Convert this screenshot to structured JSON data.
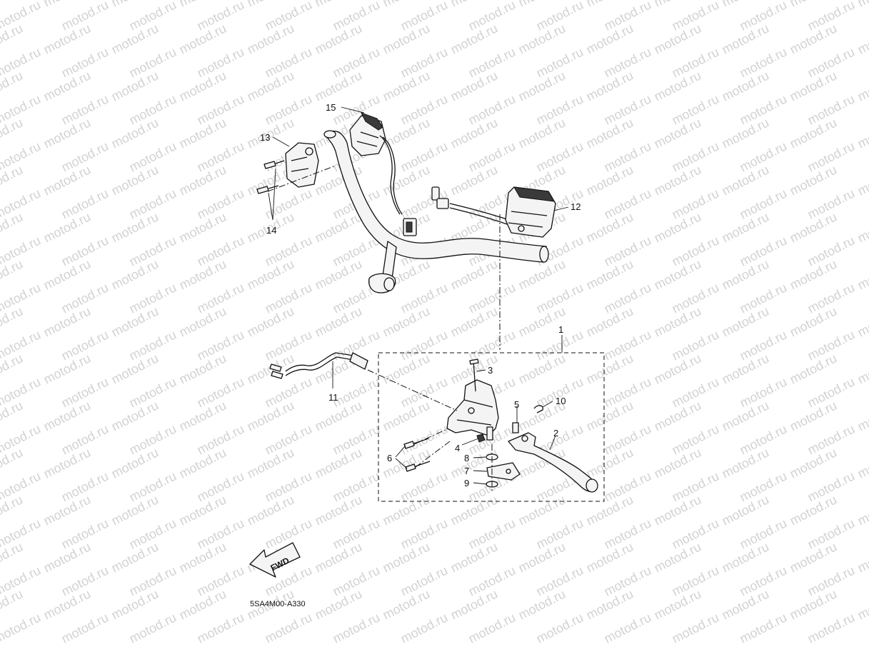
{
  "watermark": "motod.ru",
  "diagram_code": "5SA4M00-A330",
  "fwd_label": "FWD",
  "callouts": {
    "n1": "1",
    "n2": "2",
    "n3": "3",
    "n4": "4",
    "n5": "5",
    "n6": "6",
    "n7": "7",
    "n8": "8",
    "n9": "9",
    "n10": "10",
    "n11": "11",
    "n12": "12",
    "n13": "13",
    "n14": "14",
    "n15": "15"
  }
}
